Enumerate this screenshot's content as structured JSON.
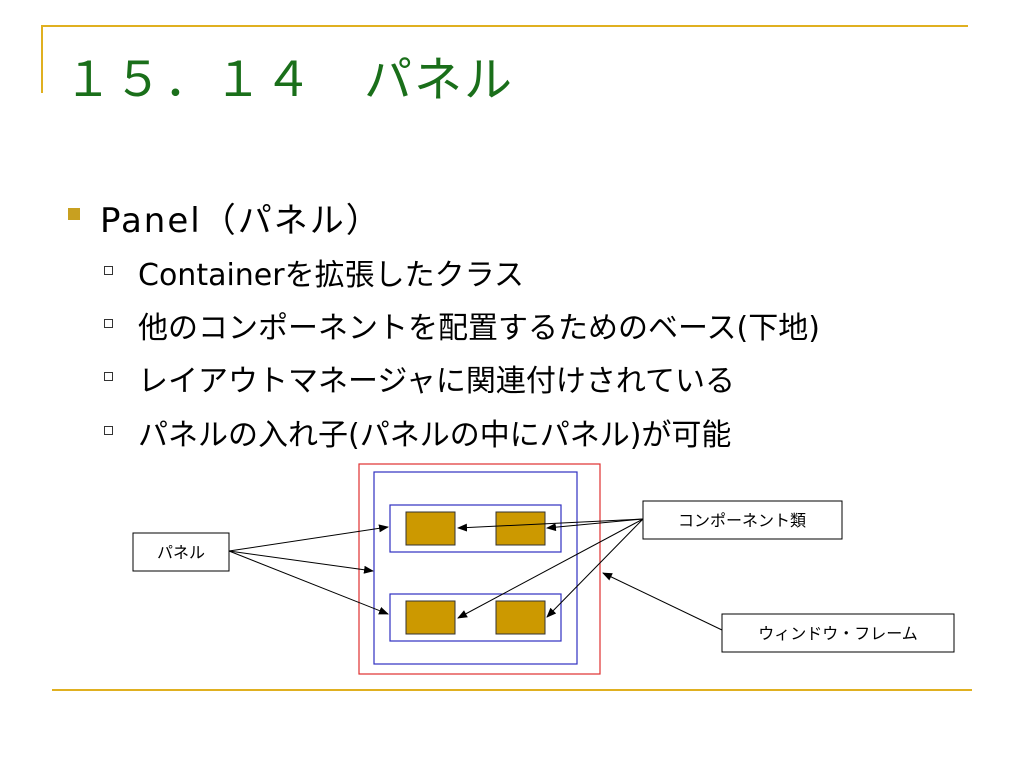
{
  "slide": {
    "title": "１５．１４　パネル",
    "main_bullet": "Panel（パネル）",
    "sub_bullets": [
      "Containerを拡張したクラス",
      "他のコンポーネントを配置するためのベース(下地)",
      "レイアウトマネージャに関連付けされている",
      "パネルの入れ子(パネルの中にパネル)が可能"
    ]
  },
  "diagram": {
    "labels": {
      "panel": "パネル",
      "components": "コンポーネント類",
      "window_frame": "ウィンドウ・フレーム"
    },
    "colors": {
      "accent_line": "#e0b020",
      "title": "#1a6f1a",
      "window_frame_border": "#e03030",
      "panel_border": "#3030c0",
      "component_fill": "#cc9900"
    }
  }
}
